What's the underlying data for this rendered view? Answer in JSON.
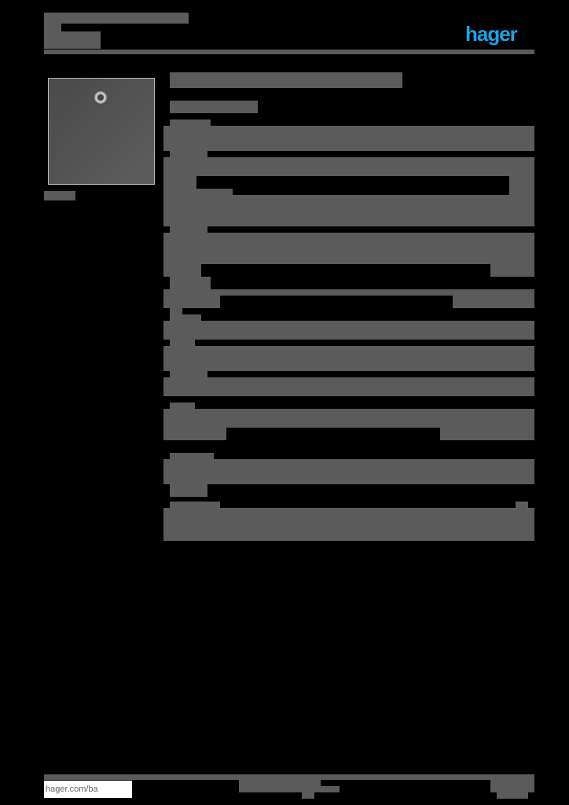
{
  "header": {
    "brand_logo_text": "hager",
    "brand_color": "#1aa3e8",
    "title_redacted": true
  },
  "product": {
    "image_alt": "square plate with small round lens",
    "title_redacted": true,
    "subtitle_redacted": true
  },
  "spec_sections": [
    {
      "label_redacted": true
    },
    {
      "label_redacted": true
    },
    {
      "label_redacted": true
    },
    {
      "label_redacted": true
    },
    {
      "label_redacted": true
    },
    {
      "label_redacted": true
    },
    {
      "label_redacted": true
    },
    {
      "label_redacted": true
    }
  ],
  "footer": {
    "website": "hager.com/ba"
  },
  "colors": {
    "background": "#000000",
    "redaction_gray": "#5a5b5a",
    "accent": "#1aa3e8"
  }
}
